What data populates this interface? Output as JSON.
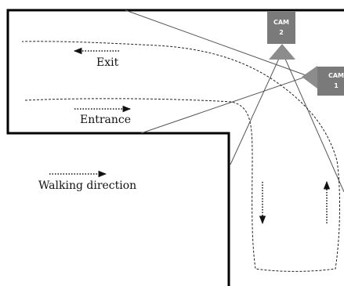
{
  "labels": {
    "exit": "Exit",
    "entrance": "Entrance",
    "walking_direction": "Walking direction"
  },
  "cameras": [
    {
      "name": "CAM",
      "number": "2"
    },
    {
      "name": "CAM",
      "number": "1"
    }
  ],
  "colors": {
    "walls": "#000000",
    "camera_box": "#7a7a7a",
    "camera_triangle": "#8c8c8c",
    "camera_text": "#ffffff",
    "field_of_view": "#555555",
    "walking_path": "#222222"
  },
  "icons": {
    "direction_arrow": "dotted-arrow-icon",
    "camera": "camera-icon"
  }
}
